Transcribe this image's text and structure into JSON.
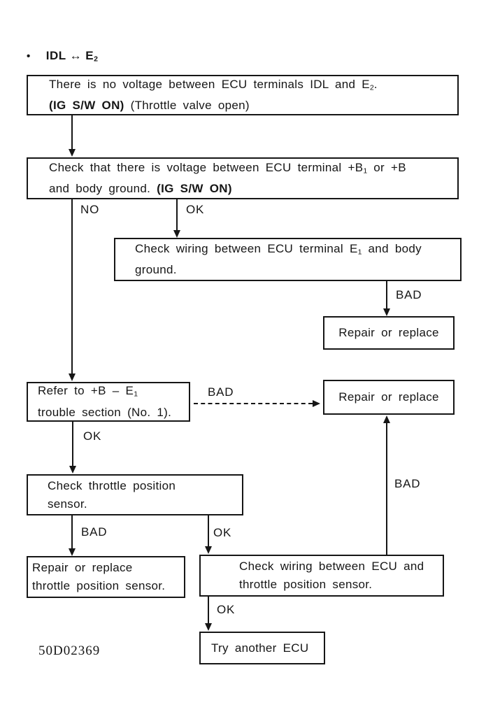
{
  "header": {
    "bullet": "•",
    "title": "IDL ↔ E",
    "title_sub": "2"
  },
  "boxes": {
    "no_voltage": {
      "l1a": "There is no voltage between ECU terminals IDL and E",
      "l1sub": "2",
      "l1b": ".",
      "l2bold": "(IG S/W ON)",
      "l2rest": " (Throttle valve open)"
    },
    "check_voltage": {
      "l1a": "Check that there is voltage between ECU terminal +B",
      "l1sub": "1",
      "l1b": " or +B",
      "l2a": "and body ground. ",
      "l2bold": "(IG S/W ON)"
    },
    "check_wiring_e1": {
      "l1a": "Check wiring between ECU terminal E",
      "l1sub": "1",
      "l1b": " and body",
      "l2": "ground."
    },
    "repair_top": {
      "label": "Repair or replace"
    },
    "refer": {
      "l1a": "Refer to +B – E",
      "l1sub": "1",
      "l2": "trouble section (No. 1)."
    },
    "repair_mid": {
      "label": "Repair or replace"
    },
    "check_tps": {
      "l1": "Check throttle position",
      "l2": "sensor."
    },
    "repair_tps": {
      "l1": "Repair or replace",
      "l2": "throttle position sensor."
    },
    "check_wiring_tps": {
      "l1": "Check wiring between ECU and",
      "l2": "throttle position sensor."
    },
    "try_ecu": {
      "label": "Try another ECU"
    }
  },
  "labels": {
    "no1": "NO",
    "ok1": "OK",
    "bad1": "BAD",
    "bad2": "BAD",
    "ok2": "OK",
    "bad3": "BAD",
    "ok3": "OK",
    "bad4": "BAD",
    "ok4": "OK"
  },
  "footer": {
    "code": "50D02369"
  },
  "colors": {
    "ink": "#161616",
    "paper": "#ffffff"
  }
}
